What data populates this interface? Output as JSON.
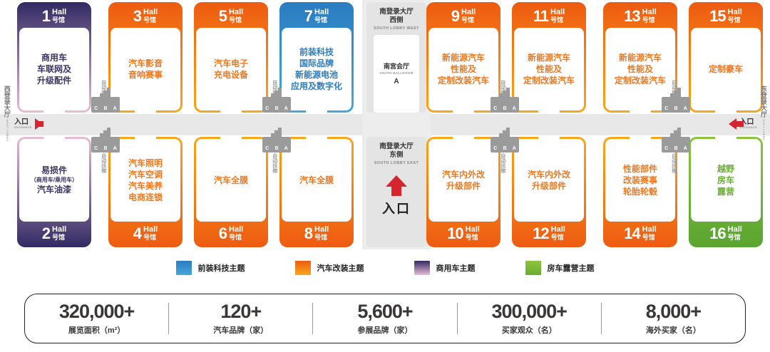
{
  "plan": {
    "halls_top": [
      {
        "num": "1",
        "tag_en": "Hall",
        "tag_cn": "号馆",
        "theme": "purple",
        "text": "商用车\n车联网及\n升级配件",
        "text_color": "c-purple"
      },
      {
        "num": "3",
        "tag_en": "Hall",
        "tag_cn": "号馆",
        "theme": "orange",
        "text": "汽车影音\n音响赛事",
        "text_color": "c-orange"
      },
      {
        "num": "5",
        "tag_en": "Hall",
        "tag_cn": "号馆",
        "theme": "orange",
        "text": "汽车电子\n充电设备",
        "text_color": "c-orange"
      },
      {
        "num": "7",
        "tag_en": "Hall",
        "tag_cn": "号馆",
        "theme": "blue",
        "text": "前装科技\n国际品牌\n新能源电池\n应用及数字化",
        "text_color": "c-blue"
      },
      {
        "num": "9",
        "tag_en": "Hall",
        "tag_cn": "号馆",
        "theme": "orange",
        "text": "新能源汽车\n性能及\n定制改装汽车",
        "text_color": "c-orange"
      },
      {
        "num": "11",
        "tag_en": "Hall",
        "tag_cn": "号馆",
        "theme": "orange",
        "text": "新能源汽车\n性能及\n定制改装汽车",
        "text_color": "c-orange"
      },
      {
        "num": "13",
        "tag_en": "Hall",
        "tag_cn": "号馆",
        "theme": "orange",
        "text": "新能源汽车\n性能及\n定制改装汽车",
        "text_color": "c-orange"
      },
      {
        "num": "15",
        "tag_en": "Hall",
        "tag_cn": "号馆",
        "theme": "orange",
        "text": "定制豪车",
        "text_color": "c-orange"
      }
    ],
    "halls_bottom": [
      {
        "num": "2",
        "tag_en": "Hall",
        "tag_cn": "号馆",
        "theme": "purple",
        "text": "易损件",
        "sub": "（商用车/乘用车）",
        "text2": "汽车油漆",
        "text_color": "c-purple"
      },
      {
        "num": "4",
        "tag_en": "Hall",
        "tag_cn": "号馆",
        "theme": "orange",
        "text": "汽车照明\n汽车空调\n汽车美养\n电商连锁",
        "text_color": "c-orange"
      },
      {
        "num": "6",
        "tag_en": "Hall",
        "tag_cn": "号馆",
        "theme": "orange",
        "text": "汽车全膜",
        "text_color": "c-orange"
      },
      {
        "num": "8",
        "tag_en": "Hall",
        "tag_cn": "号馆",
        "theme": "orange",
        "text": "汽车全膜",
        "text_color": "c-orange"
      },
      {
        "num": "10",
        "tag_en": "Hall",
        "tag_cn": "号馆",
        "theme": "orange",
        "text": "汽车内外改\n升级部件",
        "text_color": "c-orange"
      },
      {
        "num": "12",
        "tag_en": "Hall",
        "tag_cn": "号馆",
        "theme": "orange",
        "text": "汽车内外改\n升级部件",
        "text_color": "c-orange"
      },
      {
        "num": "14",
        "tag_en": "Hall",
        "tag_cn": "号馆",
        "theme": "orange",
        "text": "性能部件\n改装赛事\n轮胎轮毂",
        "text_color": "c-orange"
      },
      {
        "num": "16",
        "tag_en": "Hall",
        "tag_cn": "号馆",
        "theme": "green",
        "text": "越野\n房车\n露营",
        "text_color": "c-green"
      }
    ],
    "lobby_west": {
      "cn": "南登录大厅\n西侧",
      "en": "SOUTH LOBBY WEST",
      "ballroom_cn": "南宫会厅",
      "ballroom_en": "SOUTH BALLROOM",
      "ballroom_letter": "A"
    },
    "lobby_east": {
      "cn": "南登录大厅\n东侧",
      "en": "SOUTH LOBBY EAST",
      "entrance": "入口"
    },
    "entrance_left": {
      "cn": "入口",
      "en": "ENTRANCE"
    },
    "entrance_right": {
      "cn": "入口",
      "en": "ENTRANCE"
    },
    "side_label_left": {
      "cn": "西登录大厅",
      "en": "WEST LOBBY"
    },
    "side_label_right": {
      "cn": "东登录大厅",
      "en": "EAST LOBBY"
    },
    "escalator_letters": [
      "C",
      "B",
      "A"
    ],
    "escalator_caption": "自动扶梯"
  },
  "legend": [
    {
      "label": "前装科技主题",
      "color": "#3a8fc8",
      "swatch": "blue"
    },
    {
      "label": "汽车改装主题",
      "color": "#ee5b12",
      "swatch": "orange"
    },
    {
      "label": "商用车主题",
      "color": "#312a63",
      "swatch": "purple"
    },
    {
      "label": "房车露营主题",
      "color": "#7ab82f",
      "swatch": "green"
    }
  ],
  "stats": [
    {
      "number": "320,000+",
      "label": "展览面积（m²）"
    },
    {
      "number": "120+",
      "label": "汽车品牌（家）"
    },
    {
      "number": "5,600+",
      "label": "参展品牌（家）"
    },
    {
      "number": "300,000+",
      "label": "买家观众（名）"
    },
    {
      "number": "8,000+",
      "label": "海外买家（名）"
    }
  ]
}
